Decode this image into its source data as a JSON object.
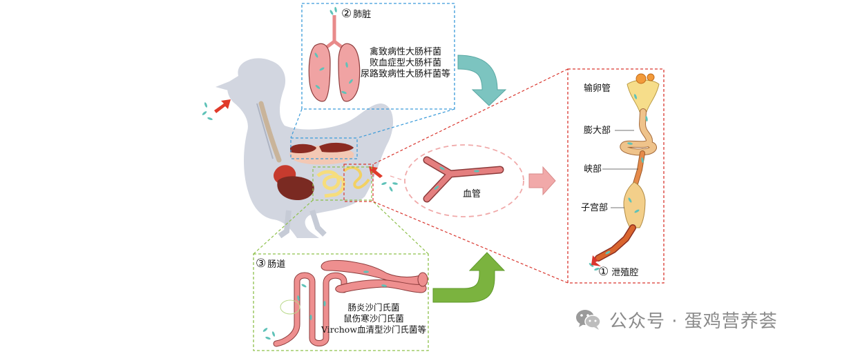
{
  "lung_panel": {
    "number": "②",
    "title": "肺脏",
    "bacteria": [
      "禽致病性大肠杆菌",
      "败血症型大肠杆菌",
      "尿路致病性大肠杆菌等"
    ]
  },
  "intestine_panel": {
    "number": "③",
    "title": "肠道",
    "bacteria": [
      "肠炎沙门氏菌",
      "鼠伤寒沙门氏菌",
      "Virchow血清型沙门氏菌等"
    ]
  },
  "blood_vessel": {
    "label": "血管"
  },
  "oviduct_panel": {
    "title": "输卵管",
    "parts": [
      "膨大部",
      "峡部",
      "子宫部"
    ],
    "cloaca_number": "①",
    "cloaca_label": "泄殖腔"
  },
  "watermark": {
    "text": "公众号 · 蛋鸡营养荟",
    "icon": "wechat-icon"
  },
  "colors": {
    "lung_box": "#3a9ad9",
    "intestine_box": "#8dc04a",
    "oviduct_box": "#d9362e",
    "arrow_teal": "#7cc4c0",
    "arrow_green": "#7bb33f",
    "arrow_pink": "#f1a9a9",
    "infection_arrow": "#e03a2a",
    "organ_pink": "#e88a8a",
    "hen_silhouette": "#d2d6e0"
  }
}
